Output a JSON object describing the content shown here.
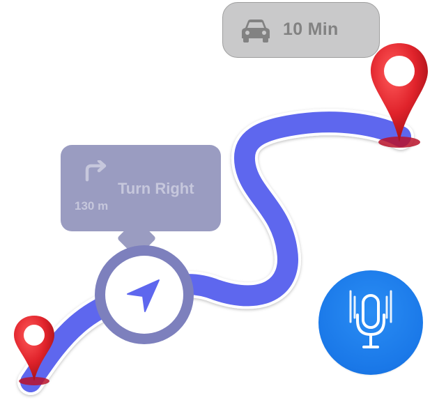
{
  "eta": {
    "icon": "car-icon",
    "label": "10 Min",
    "pill_color": "#c9c9ca",
    "text_color": "#828282"
  },
  "navigation": {
    "instruction": "Turn Right",
    "distance": "130 m",
    "turn_icon": "turn-right-arrow-icon",
    "card_color": "#9a9cc1"
  },
  "route": {
    "color": "#5e67ee",
    "outline": "#ffffff"
  },
  "pins": {
    "destination_icon": "map-pin-icon",
    "start_icon": "map-pin-icon",
    "color": "#e0232b"
  },
  "voice": {
    "icon": "microphone-icon",
    "color": "#1a78e8"
  },
  "current_position": {
    "icon": "navigation-arrow-icon",
    "arrow_color": "#5e67ee"
  }
}
